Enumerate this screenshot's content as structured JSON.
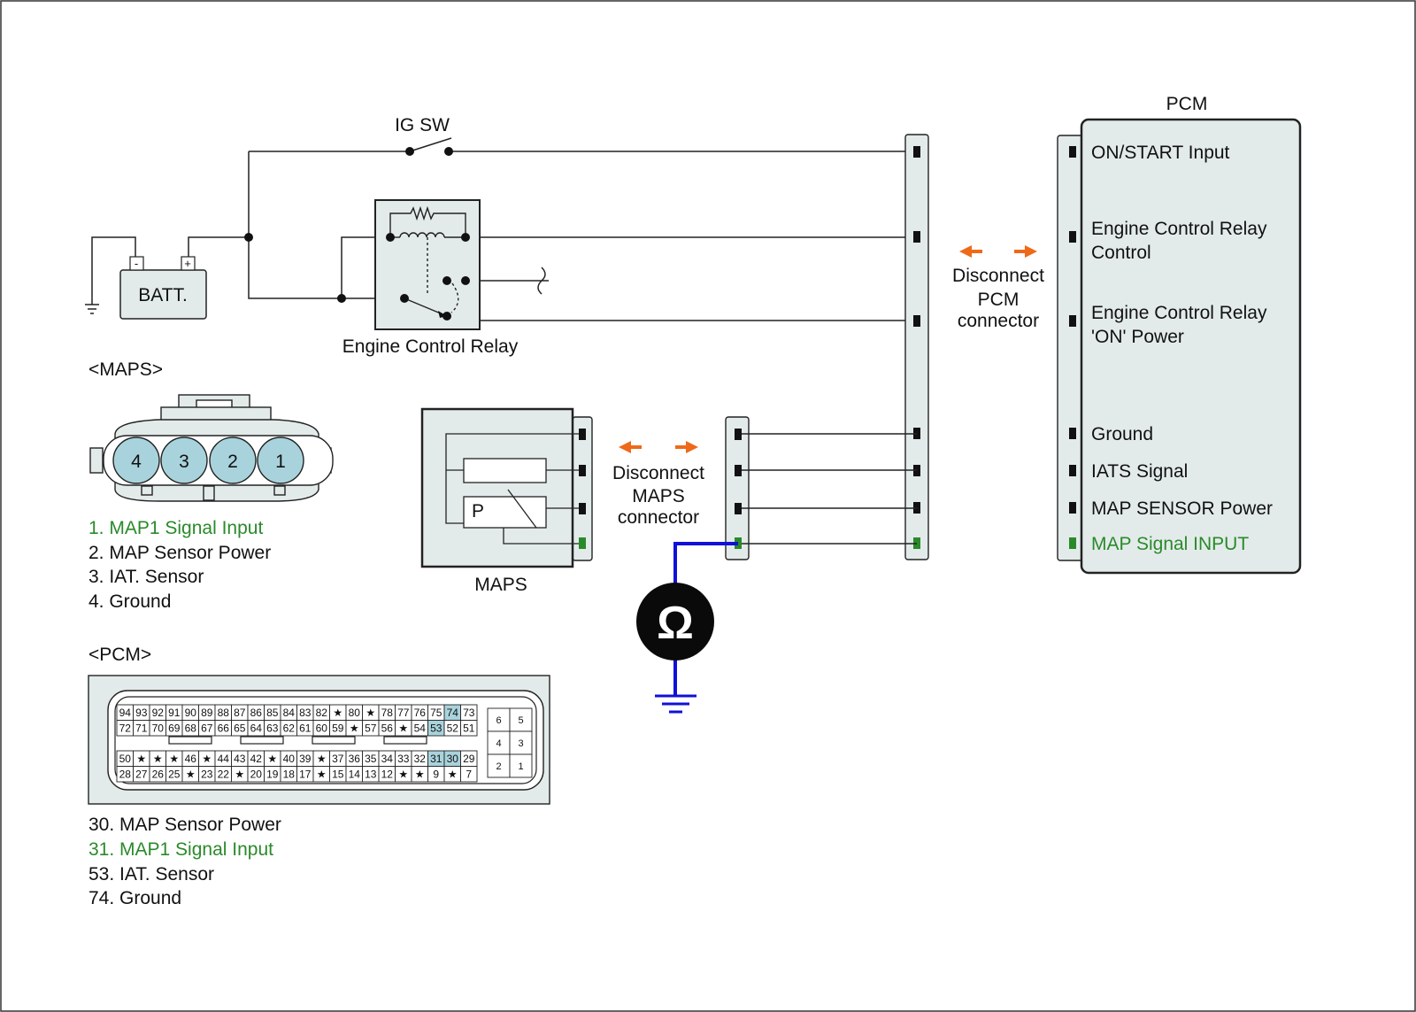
{
  "ig_sw": "IG SW",
  "battery": {
    "label": "BATT.",
    "minus": "-",
    "plus": "+"
  },
  "relay_label": "Engine Control Relay",
  "maps_label": "MAPS",
  "maps_sensor_letter": "P",
  "ohm_symbol": "Ω",
  "disconnect_pcm": [
    "Disconnect",
    "PCM",
    "connector"
  ],
  "disconnect_maps": [
    "Disconnect",
    "MAPS",
    "connector"
  ],
  "pcm": {
    "title": "PCM",
    "terminals": [
      [
        "ON/START Input"
      ],
      [
        "Engine Control Relay",
        "Control"
      ],
      [
        "Engine Control Relay",
        "'ON' Power"
      ],
      [
        "Ground"
      ],
      [
        "IATS Signal"
      ],
      [
        "MAP SENSOR Power"
      ],
      [
        "MAP Signal  INPUT"
      ]
    ],
    "highlight_terminal_index": 6
  },
  "maps_connector": {
    "heading": "<MAPS>",
    "pins": [
      "4",
      "3",
      "2",
      "1"
    ],
    "legend": [
      "1. MAP1 Signal Input",
      "2. MAP Sensor Power",
      "3. IAT. Sensor",
      "4. Ground"
    ],
    "highlight_index": 0
  },
  "pcm_connector": {
    "heading": "<PCM>",
    "rows": [
      [
        "94",
        "93",
        "92",
        "91",
        "90",
        "89",
        "88",
        "87",
        "86",
        "85",
        "84",
        "83",
        "82",
        "★",
        "80",
        "★",
        "78",
        "77",
        "76",
        "75",
        "74",
        "73"
      ],
      [
        "72",
        "71",
        "70",
        "69",
        "68",
        "67",
        "66",
        "65",
        "64",
        "63",
        "62",
        "61",
        "60",
        "59",
        "★",
        "57",
        "56",
        "★",
        "54",
        "53",
        "52",
        "51"
      ],
      [
        "50",
        "★",
        "★",
        "★",
        "46",
        "★",
        "44",
        "43",
        "42",
        "★",
        "40",
        "39",
        "★",
        "37",
        "36",
        "35",
        "34",
        "33",
        "32",
        "31",
        "30",
        "29"
      ],
      [
        "28",
        "27",
        "26",
        "25",
        "★",
        "23",
        "22",
        "★",
        "20",
        "19",
        "18",
        "17",
        "★",
        "15",
        "14",
        "13",
        "12",
        "★",
        "★",
        "9",
        "★",
        "7"
      ]
    ],
    "highlighted": [
      "74",
      "53",
      "31",
      "30"
    ],
    "side_block": [
      [
        "6",
        "5"
      ],
      [
        "4",
        "3"
      ],
      [
        "2",
        "1"
      ]
    ],
    "legend": [
      "30. MAP Sensor Power",
      "31. MAP1 Signal Input",
      "53. IAT. Sensor",
      "74. Ground"
    ],
    "highlight_index": 1
  },
  "colors": {
    "signal_green": "#2a8a2a",
    "meter_lead": "#1010d8",
    "arrow": "#ee6a1a",
    "panel": "#e3ebea",
    "pin_highlight": "#a9d3dc"
  }
}
